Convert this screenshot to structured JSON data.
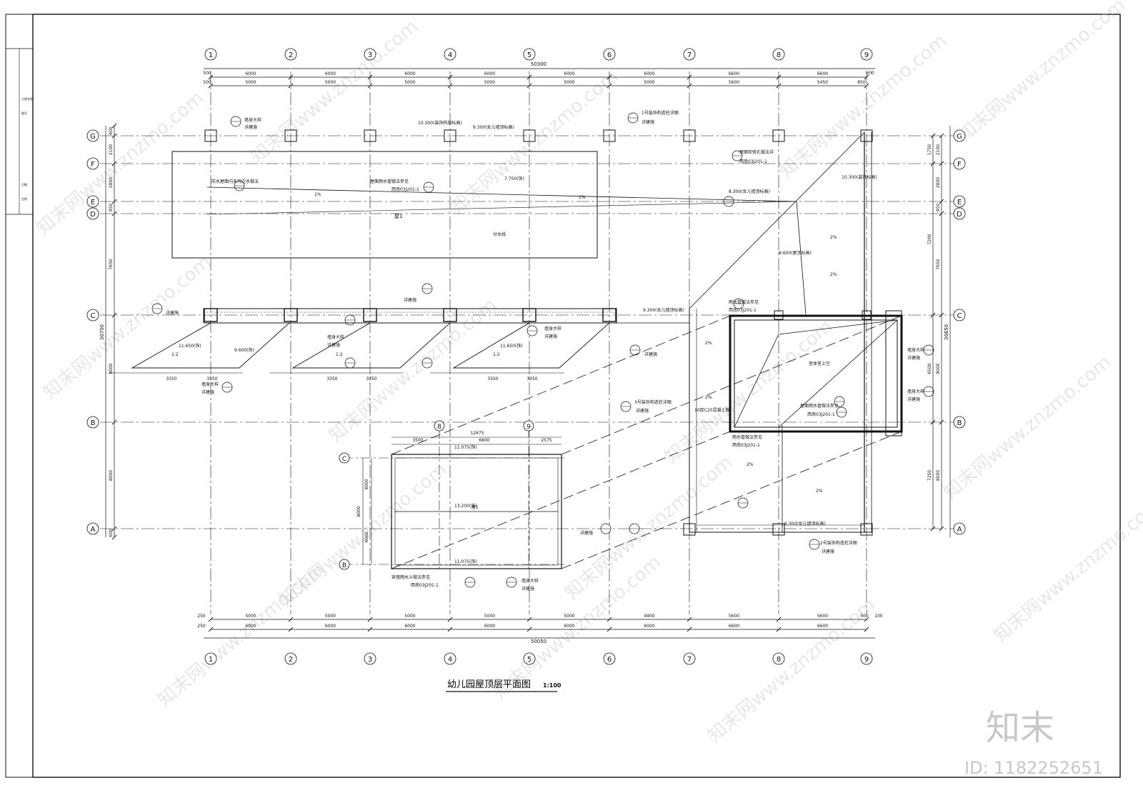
{
  "drawing": {
    "title": "幼儿园屋顶层平面图",
    "scale": "1:100",
    "column_axes": [
      "1",
      "2",
      "3",
      "4",
      "5",
      "6",
      "7",
      "8",
      "9"
    ],
    "row_axes": [
      "G",
      "F",
      "E",
      "D",
      "C",
      "B",
      "A"
    ],
    "dims_top_overall": "50300",
    "dims_top_bays": [
      "6000",
      "6000",
      "6000",
      "6000",
      "6000",
      "6000",
      "6600",
      "6600"
    ],
    "dims_top_inner": [
      "5000",
      "5000",
      "5000",
      "5000",
      "5000",
      "5000",
      "5600",
      "5450"
    ],
    "dims_top_edge": [
      "500",
      "500",
      "600",
      "850"
    ],
    "dims_bottom_overall": "50050",
    "dims_bottom_bays": [
      "6000",
      "6000",
      "6000",
      "6000",
      "6000",
      "6000",
      "6600",
      "6600"
    ],
    "dims_bottom_inner": [
      "5000",
      "5000",
      "5000",
      "5000",
      "5000",
      "4900",
      "5600",
      "5600"
    ],
    "dims_bottom_edge": [
      "250",
      "250",
      "500",
      "100"
    ],
    "dims_left_overall": "30700",
    "dims_left": [
      "600",
      "2100",
      "2800",
      "950",
      "7650",
      "8000",
      "8000",
      "600"
    ],
    "dims_right_overall": "30850",
    "dims_right": [
      "2100",
      "2800",
      "950",
      "7650",
      "8000",
      "8000"
    ],
    "dims_right_inner": [
      "1750",
      "7200",
      "6500",
      "7250"
    ],
    "inset_axes_cols": [
      "8",
      "9"
    ],
    "inset_axes_rows": [
      "C",
      "B"
    ],
    "inset_dims_top": [
      "12675",
      "3500",
      "6600",
      "2575"
    ],
    "inset_dims_left": [
      "4000",
      "4000",
      "8000"
    ],
    "bay_dims": [
      "3350",
      "3350",
      "3350",
      "3350",
      "3350",
      "3350"
    ],
    "labels": {
      "roof1": "屋1",
      "roof_inset": "屋1",
      "divide_line": "分水线",
      "elev_7750": "7.750(饰)",
      "elev_10300": "10.300(装饰构架标高)",
      "elev_9300": "9.300(女儿墙顶标高)",
      "elev_10300b": "10.300(装饰标高)",
      "elev_8300": "8.300(女儿墙顶标高)",
      "elev_8600": "8.600(屋顶标高)",
      "elev_9300b": "9.300(女儿墙顶标高)",
      "elev_11650": "11.650(饰)",
      "elev_9600": "9.600(饰)",
      "elev_11075": "11.075(饰)",
      "elev_13200": "13.200(饰)",
      "elev_11075b": "11.075(饰)",
      "elev_9300c": "9.300(女儿墙顶标高)",
      "music_room": "音体室上空",
      "slope_2": "2%",
      "slope_1": "1%",
      "ratio_12": "1:2",
      "detail_see": "详建施",
      "parapet_ladder": "墙身大样",
      "rain_pipe": "雨水管做法参见",
      "rain_pipe_ref": "西南03J201-1",
      "rain_outlet": "屋面雨水管做法参见",
      "through_wall": "穿墙雨水斗做法参见",
      "deco_col_1": "1号装饰构造柱详图",
      "deco_col_2": "2号装饰构造柱详图",
      "deco_col_3": "3号装饰构造柱详图",
      "roof_hole": "屋面检修孔做法详",
      "overflow": "防水屋面内天沟泛水做法",
      "c20": "10厚C20混凝土板"
    }
  },
  "sidebar": {
    "labels": [
      "工程名称",
      "图号",
      "日期",
      "比例"
    ]
  },
  "watermark": {
    "text": "知末网www.znzmo.com",
    "brand": "知末",
    "id_text": "ID: 1182252651"
  },
  "colors": {
    "line": "#111111",
    "watermark": "#bbbbbb"
  }
}
